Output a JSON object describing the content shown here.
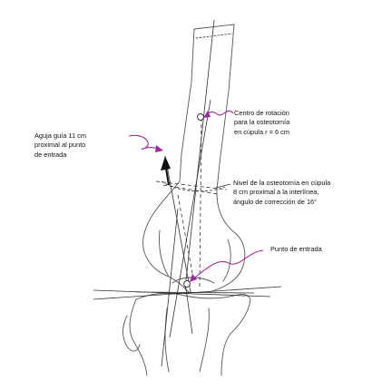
{
  "labels": {
    "guide_needle": [
      "Aguja guía 11 cm",
      "proximal al punto",
      "de entrada"
    ],
    "rotation_center": [
      "Centro de rotación",
      "para la osteotomía",
      "en cúpula r = 6 cm"
    ],
    "osteotomy_level": [
      "Nivel de la osteotomía en cúpula",
      "8 cm proximal a la interlínea,",
      "ángulo de corrección de 16°"
    ],
    "entry_point": [
      "Punto de entrada"
    ]
  },
  "colors": {
    "line": "#444444",
    "arrow": "#9b2a9b",
    "text": "#111111"
  }
}
